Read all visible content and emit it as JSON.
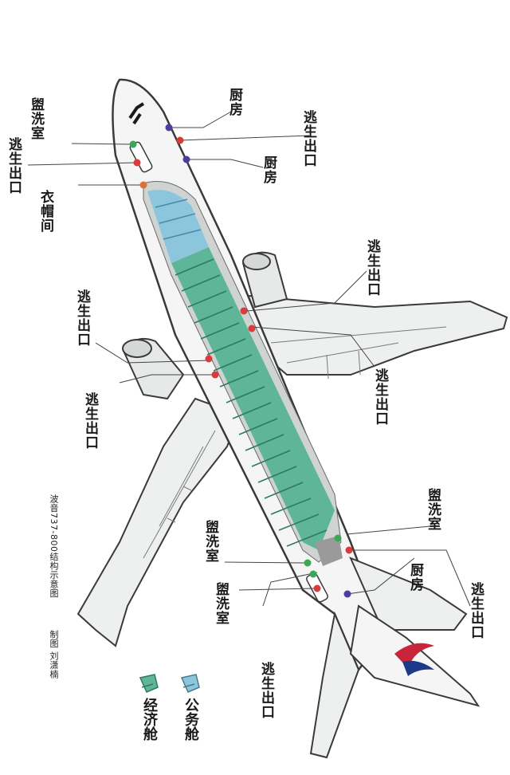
{
  "labels": {
    "lavatory": "盥洗室",
    "exit": "逃生出口",
    "galley": "厨房",
    "cloakroom": "衣帽间"
  },
  "caption": "波音737-800结构示意图",
  "credit": "制图 刘潇楠",
  "legend": {
    "business": "公务舱",
    "economy": "经济舱"
  },
  "colors": {
    "fuselage_outline": "#3a3a3a",
    "cabin_economy": "#5fb597",
    "cabin_business": "#8cc6dc",
    "exit_dot": "#d93a3a",
    "lavatory_dot": "#3aa856",
    "galley_dot": "#4a3f9a",
    "cloak_dot": "#e0703a",
    "tail_logo_red": "#c8243a",
    "tail_logo_blue": "#1d3a8a"
  }
}
